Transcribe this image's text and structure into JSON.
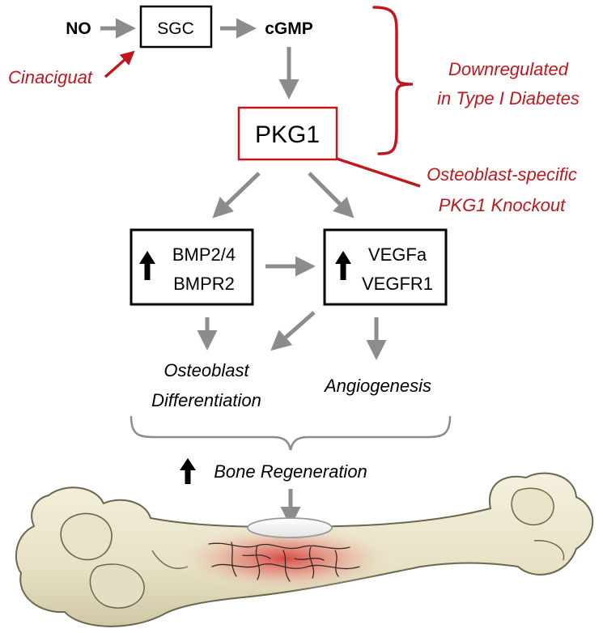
{
  "colors": {
    "arrow": "#8c8c8c",
    "red": "#c0171c",
    "black": "#000000",
    "bone_fill": "#ece7cf",
    "bone_stroke": "#6b6650",
    "lesion": "#d9423f"
  },
  "pathway": {
    "no": "NO",
    "sgc": "SGC",
    "cgmp": "cGMP",
    "drug": "Cinaciguat",
    "pkg1": "PKG1"
  },
  "annotations": {
    "downregulated_line1": "Downregulated",
    "downregulated_line2": "in Type I Diabetes",
    "knockout_line1": "Osteoblast-specific",
    "knockout_line2": "PKG1 Knockout"
  },
  "targets": {
    "bmp_line1": "BMP2/4",
    "bmp_line2": "BMPR2",
    "vegf_line1": "VEGFa",
    "vegf_line2": "VEGFR1"
  },
  "outcomes": {
    "osteo_line1": "Osteoblast",
    "osteo_line2": "Differentiation",
    "angio": "Angiogenesis",
    "bone_regen": "Bone Regeneration"
  },
  "icons": [
    "up-arrow-icon",
    "bone-illustration"
  ]
}
